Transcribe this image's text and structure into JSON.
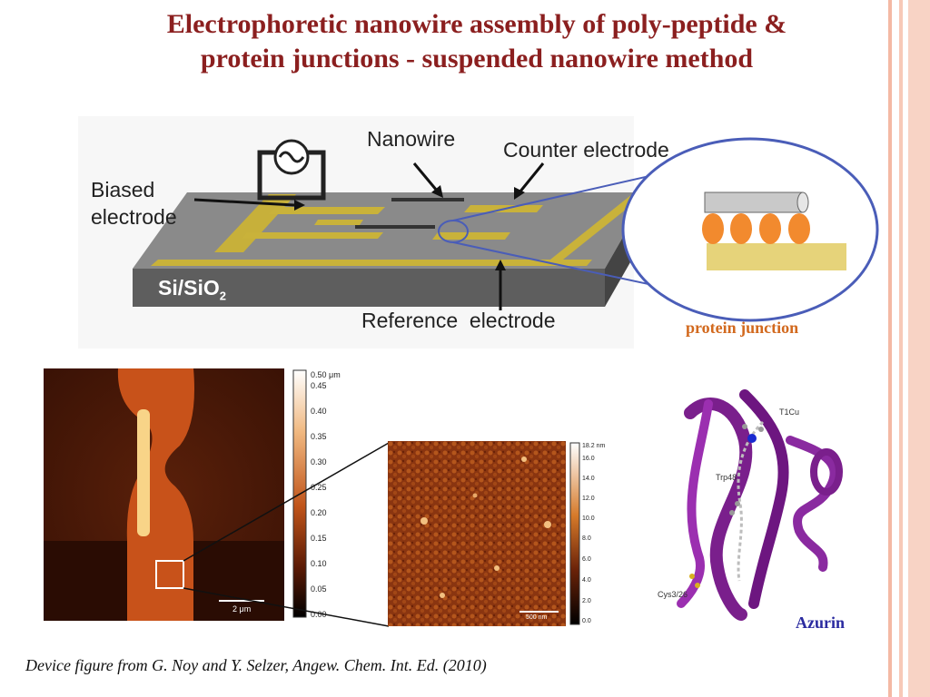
{
  "title": {
    "line1": "Electrophoretic nanowire assembly of poly-peptide &",
    "line2": "protein junctions - suspended nanowire method"
  },
  "device": {
    "label_nanowire": "Nanowire",
    "label_counter": "Counter electrode",
    "label_biased_1": "Biased",
    "label_biased_2": "electrode",
    "label_substrate": "Si/SiO",
    "label_substrate_sub": "2",
    "label_reference": "Reference  electrode"
  },
  "inset_label": "protein junction",
  "afm_large": {
    "scalebar": "2 μm",
    "colorbar_ticks": [
      "0.50 μm",
      "0.45",
      "0.40",
      "0.35",
      "0.30",
      "0.25",
      "0.20",
      "0.15",
      "0.10",
      "0.05",
      "0.00"
    ]
  },
  "afm_small": {
    "scalebar": "500 nm",
    "colorbar_ticks": [
      "18.2 nm",
      "16.0",
      "14.0",
      "12.0",
      "10.0",
      "8.0",
      "6.0",
      "4.0",
      "2.0",
      "0.0"
    ]
  },
  "protein": {
    "label_t1cu": "T1Cu",
    "label_trp48": "Trp48",
    "label_cys": "Cys3/26",
    "name": "Azurin"
  },
  "caption": "Device figure from G. Noy and Y. Selzer, Angew. Chem. Int. Ed. (2010)",
  "colors": {
    "title": "#8b1f1f",
    "protein_junction": "#d2691e",
    "azurin": "#2a2aa0",
    "stripes": "#f4b9a4"
  }
}
